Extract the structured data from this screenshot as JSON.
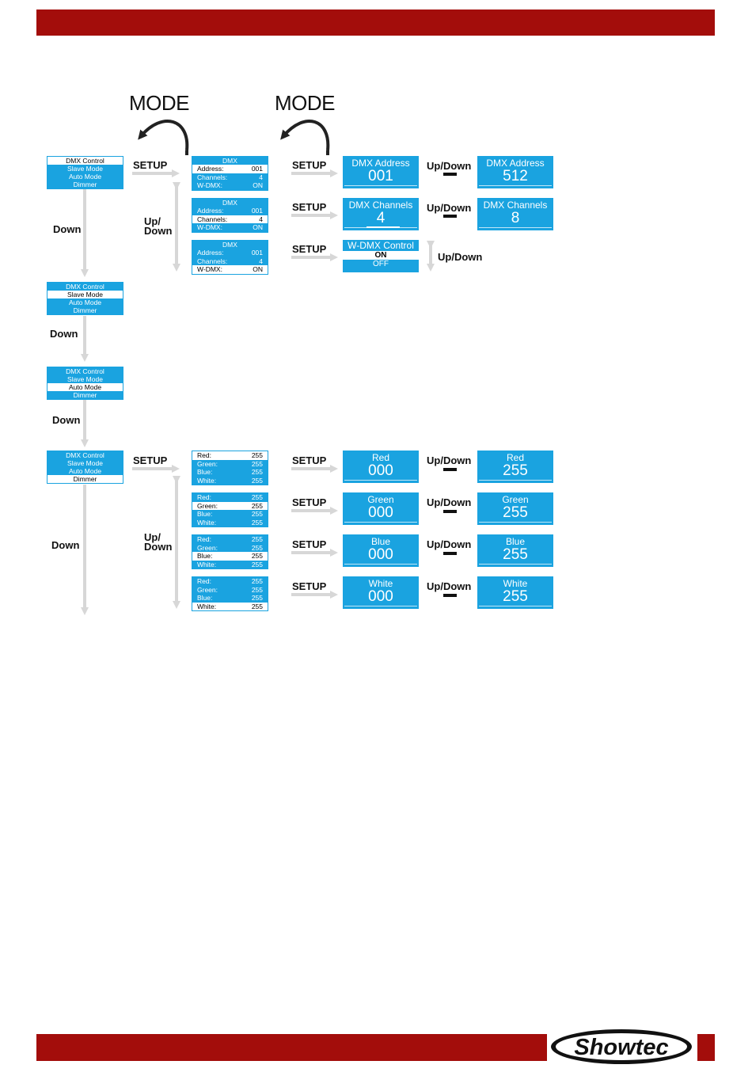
{
  "mode_labels": [
    "MODE",
    "MODE"
  ],
  "setup_label": "SETUP",
  "updown_label": "Up/Down",
  "updown_split": [
    "Up/",
    "Down"
  ],
  "down_label": "Down",
  "main_menu": [
    "DMX Control",
    "Slave Mode",
    "Auto Mode",
    "Dimmer"
  ],
  "dmx_panels": {
    "header": "DMX",
    "rows": [
      {
        "label": "Address:",
        "value": "001"
      },
      {
        "label": "Channels:",
        "value": "4"
      },
      {
        "label": "W-DMX:",
        "value": "ON"
      }
    ]
  },
  "dimmer_panels": {
    "rows": [
      {
        "label": "Red:",
        "value": "255"
      },
      {
        "label": "Green:",
        "value": "255"
      },
      {
        "label": "Blue:",
        "value": "255"
      },
      {
        "label": "White:",
        "value": "255"
      }
    ]
  },
  "value_boxes": {
    "dmx_address": {
      "title": "DMX Address",
      "from": "001",
      "to": "512"
    },
    "dmx_channels": {
      "title": "DMX Channels",
      "from": "4",
      "to": "8"
    },
    "wdmx": {
      "title": "W-DMX Control",
      "options": [
        "ON",
        "OFF"
      ]
    },
    "red": {
      "title": "Red",
      "from": "000",
      "to": "255"
    },
    "green": {
      "title": "Green",
      "from": "000",
      "to": "255"
    },
    "blue": {
      "title": "Blue",
      "from": "000",
      "to": "255"
    },
    "white": {
      "title": "White",
      "from": "000",
      "to": "255"
    }
  },
  "brand": {
    "logo_text": "Showtec",
    "bar_color": "#a30d0b",
    "lcd_color": "#1aa3e0"
  }
}
